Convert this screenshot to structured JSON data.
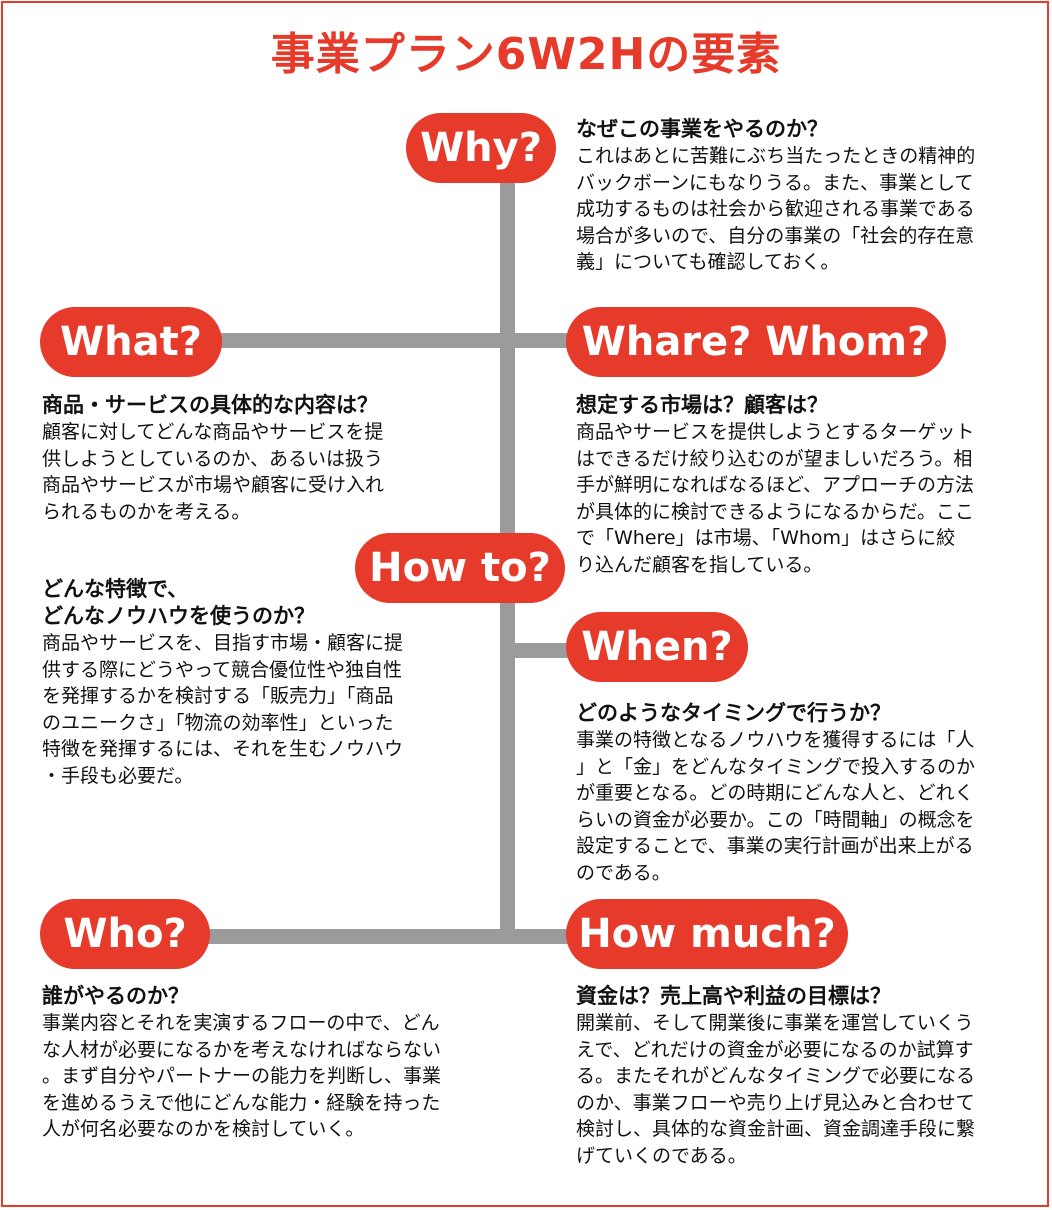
{
  "title": "事業プラン6W2Hの要素",
  "labels": {
    "why": "Why?",
    "what": "What?",
    "where_whom": "Whare? Whom?",
    "how_to": "How to?",
    "when": "When?",
    "who": "Who?",
    "how_much": "How much?"
  },
  "sections": {
    "why": {
      "heading": "なぜこの事業をやるのか？",
      "body": "これはあとに苦難にぶち当たったときの精神的\nバックボーンにもなりうる。また、事業として\n成功するものは社会から歓迎される事業である\n場合が多いので、自分の事業の「社会的存在意\n義」についても確認しておく。"
    },
    "what": {
      "heading": "商品・サービスの具体的な内容は？",
      "body": "顧客に対してどんな商品やサービスを提\n供しようとしているのか、あるいは扱う\n商品やサービスが市場や顧客に受け入れ\nられるものかを考える。"
    },
    "where_whom": {
      "heading": "想定する市場は？顧客は？",
      "body": "商品やサービスを提供しようとするターゲット\nはできるだけ絞り込むのが望ましいだろう。相\n手が鮮明になればなるほど、アプローチの方法\nが具体的に検討できるようになるからだ。ここ\nで「Where」は市場、「Whom」はさらに絞\nり込んだ顧客を指している。"
    },
    "how_to": {
      "heading": "どんな特徴で、\nどんなノウハウを使うのか？",
      "body": "商品やサービスを、目指す市場・顧客に提\n供する際にどうやって競合優位性や独自性\nを発揮するかを検討する「販売力」「商品\nのユニークさ」「物流の効率性」といった\n特徴を発揮するには、それを生むノウハウ\n・手段も必要だ。"
    },
    "when": {
      "heading": "どのようなタイミングで行うか？",
      "body": "事業の特徴となるノウハウを獲得するには「人\n」と「金」をどんなタイミングで投入するのか\nが重要となる。どの時期にどんな人と、どれく\nらいの資金が必要か。この「時間軸」の概念を\n設定することで、事業の実行計画が出来上がる\nのである。"
    },
    "who": {
      "heading": "誰がやるのか？",
      "body": "事業内容とそれを実演するフローの中で、どん\nな人材が必要になるかを考えなければならない\n。まず自分やパートナーの能力を判断し、事業\nを進めるうえで他にどんな能力・経験を持った\n人が何名必要なのかを検討していく。"
    },
    "how_much": {
      "heading": "資金は？売上高や利益の目標は？",
      "body": "開業前、そして開業後に事業を運営していくう\nえで、どれだけの資金が必要になるのか試算す\nる。またそれがどんなタイミングで必要になる\nのか、事業フローや売り上げ見込みと合わせて\n検討し、具体的な資金計画、資金調達手段に繋\nげていくのである。"
    }
  },
  "colors": {
    "accent": "#e63a2a",
    "connector": "#9b9b9b",
    "text": "#111111"
  }
}
